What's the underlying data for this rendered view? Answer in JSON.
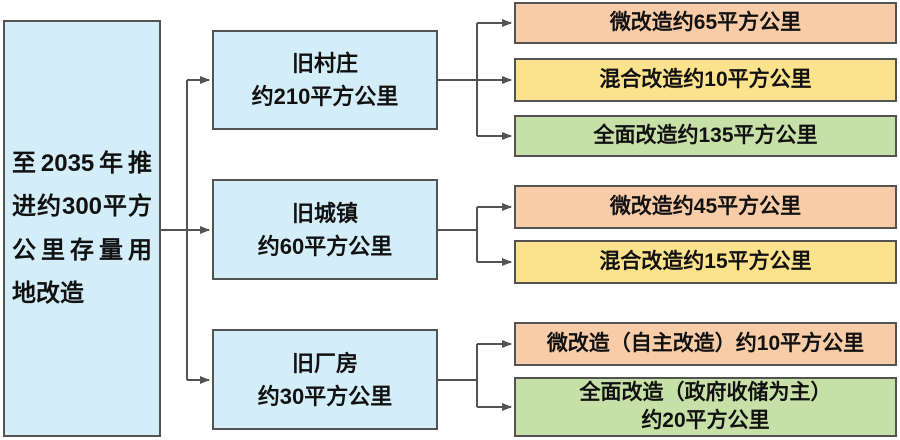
{
  "flowchart": {
    "root": {
      "text": "至2035年推进约300平方公里存量用地改造",
      "fill": "#d4eef9"
    },
    "branches": [
      {
        "name": "旧村庄",
        "area": "约210平方公里",
        "fill": "#d4eef9",
        "children": [
          {
            "text": "微改造约65平方公里",
            "fill": "#f7cca7"
          },
          {
            "text": "混合改造约10平方公里",
            "fill": "#fce28c"
          },
          {
            "text": "全面改造约135平方公里",
            "fill": "#c7e0a7"
          }
        ]
      },
      {
        "name": "旧城镇",
        "area": "约60平方公里",
        "fill": "#d4eef9",
        "children": [
          {
            "text": "微改造约45平方公里",
            "fill": "#f7cca7"
          },
          {
            "text": "混合改造约15平方公里",
            "fill": "#fce28c"
          }
        ]
      },
      {
        "name": "旧厂房",
        "area": "约30平方公里",
        "fill": "#d4eef9",
        "children": [
          {
            "text": "微改造（自主改造）约10平方公里",
            "fill": "#f7cca7"
          },
          {
            "text": "全面改造（政府收储为主）\n约20平方公里",
            "fill": "#c7e0a7"
          }
        ]
      }
    ],
    "colors": {
      "border": "#535353",
      "connector": "#535353",
      "text": "#111111",
      "background": "#ffffff"
    }
  }
}
